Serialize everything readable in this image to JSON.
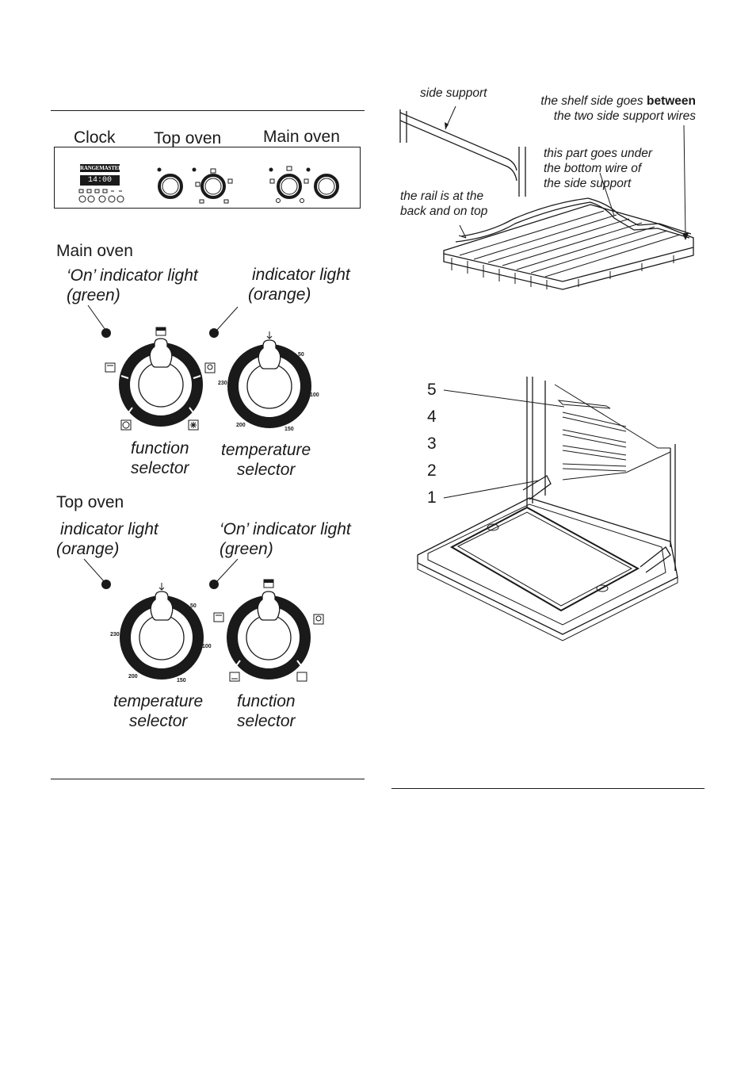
{
  "panel": {
    "clock_label": "Clock",
    "top_oven_label": "Top oven",
    "main_oven_label": "Main oven",
    "brand": "RANGEMASTER",
    "clock_display": "14:00"
  },
  "main_oven": {
    "heading": "Main oven",
    "on_light_line1": "‘On’ indicator light",
    "on_light_line2": "(green)",
    "ind_light_line1": "indicator light",
    "ind_light_line2": "(orange)",
    "function_line1": "function",
    "function_line2": "selector",
    "temp_line1": "temperature",
    "temp_line2": "selector",
    "temps": {
      "t50": "50",
      "t100": "100",
      "t150": "150",
      "t200": "200",
      "t230": "230"
    }
  },
  "top_oven": {
    "heading": "Top oven",
    "ind_light_line1": "indicator light",
    "ind_light_line2": "(orange)",
    "on_light_line1": "‘On’ indicator light",
    "on_light_line2": "(green)",
    "temp_line1": "temperature",
    "temp_line2": "selector",
    "function_line1": "function",
    "function_line2": "selector",
    "temps": {
      "t50": "50",
      "t100": "100",
      "t150": "150",
      "t200": "200",
      "t230": "230"
    }
  },
  "shelf": {
    "side_support": "side support",
    "between_pre": "the shelf side goes ",
    "between_bold": "between",
    "between_line2": "the two side support wires",
    "under_line1": "this part goes under",
    "under_line2": "the bottom wire of",
    "under_line3": "the side support",
    "rail_line1": "the rail is at the",
    "rail_line2": "back and on top"
  },
  "positions": {
    "p5": "5",
    "p4": "4",
    "p3": "3",
    "p2": "2",
    "p1": "1"
  },
  "icons": [
    "oven-light-icon",
    "fan-icon",
    "grill-icon",
    "thermometer-icon",
    "base-heat-icon",
    "top-heat-icon"
  ],
  "colors": {
    "ink": "#1a1a1a",
    "background": "#ffffff"
  }
}
